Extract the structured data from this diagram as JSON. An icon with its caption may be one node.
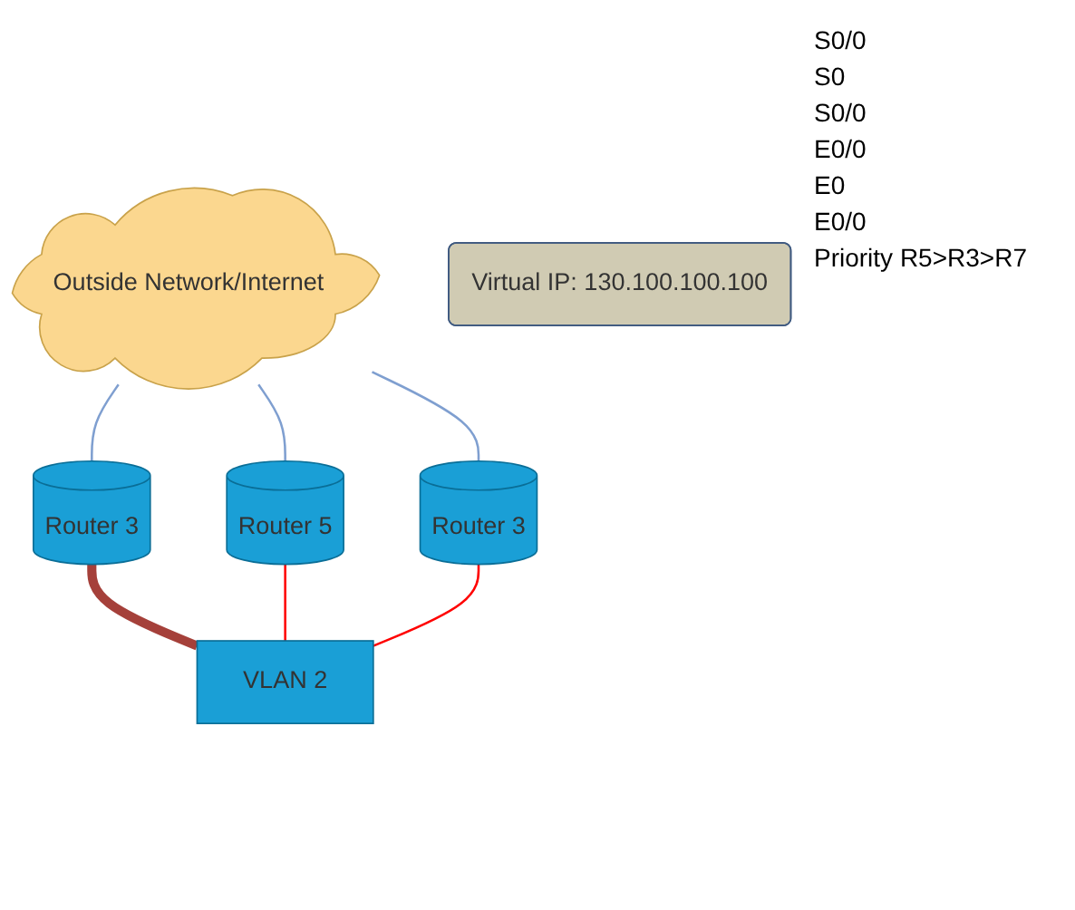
{
  "diagram": {
    "nodes": [
      {
        "text": [
          "Outside Network/Internet"
        ]
      },
      {
        "text": [
          "Router 3"
        ]
      },
      {
        "text": [
          "Router 5"
        ]
      },
      {
        "text": [
          "Router 3"
        ]
      },
      {
        "text": [
          "Virtual IP: 130.100.100.100"
        ]
      },
      {
        "text": [
          "VLAN 2"
        ]
      }
    ],
    "edges": [
      {
        "from": 0,
        "to": 1,
        "arrow": "none",
        "color": "#7f9fd0"
      },
      {
        "from": 0,
        "to": 2,
        "arrow": "none",
        "color": "#7f9fd0"
      },
      {
        "from": 0,
        "to": 3,
        "arrow": "none",
        "color": "#7f9fd0"
      },
      {
        "from": 1,
        "to": 5,
        "arrow": "none",
        "style": "thick",
        "color": "#a5403a"
      },
      {
        "from": 2,
        "to": 5,
        "arrow": "none",
        "color": "#ff0000"
      },
      {
        "from": 3,
        "to": 5,
        "arrow": "none",
        "color": "#ff0000"
      }
    ],
    "labels": [
      "S0/0",
      "S0",
      "S0/0",
      "E0/0",
      "E0",
      "E0/0",
      "Priority R5>R3>R7"
    ]
  }
}
